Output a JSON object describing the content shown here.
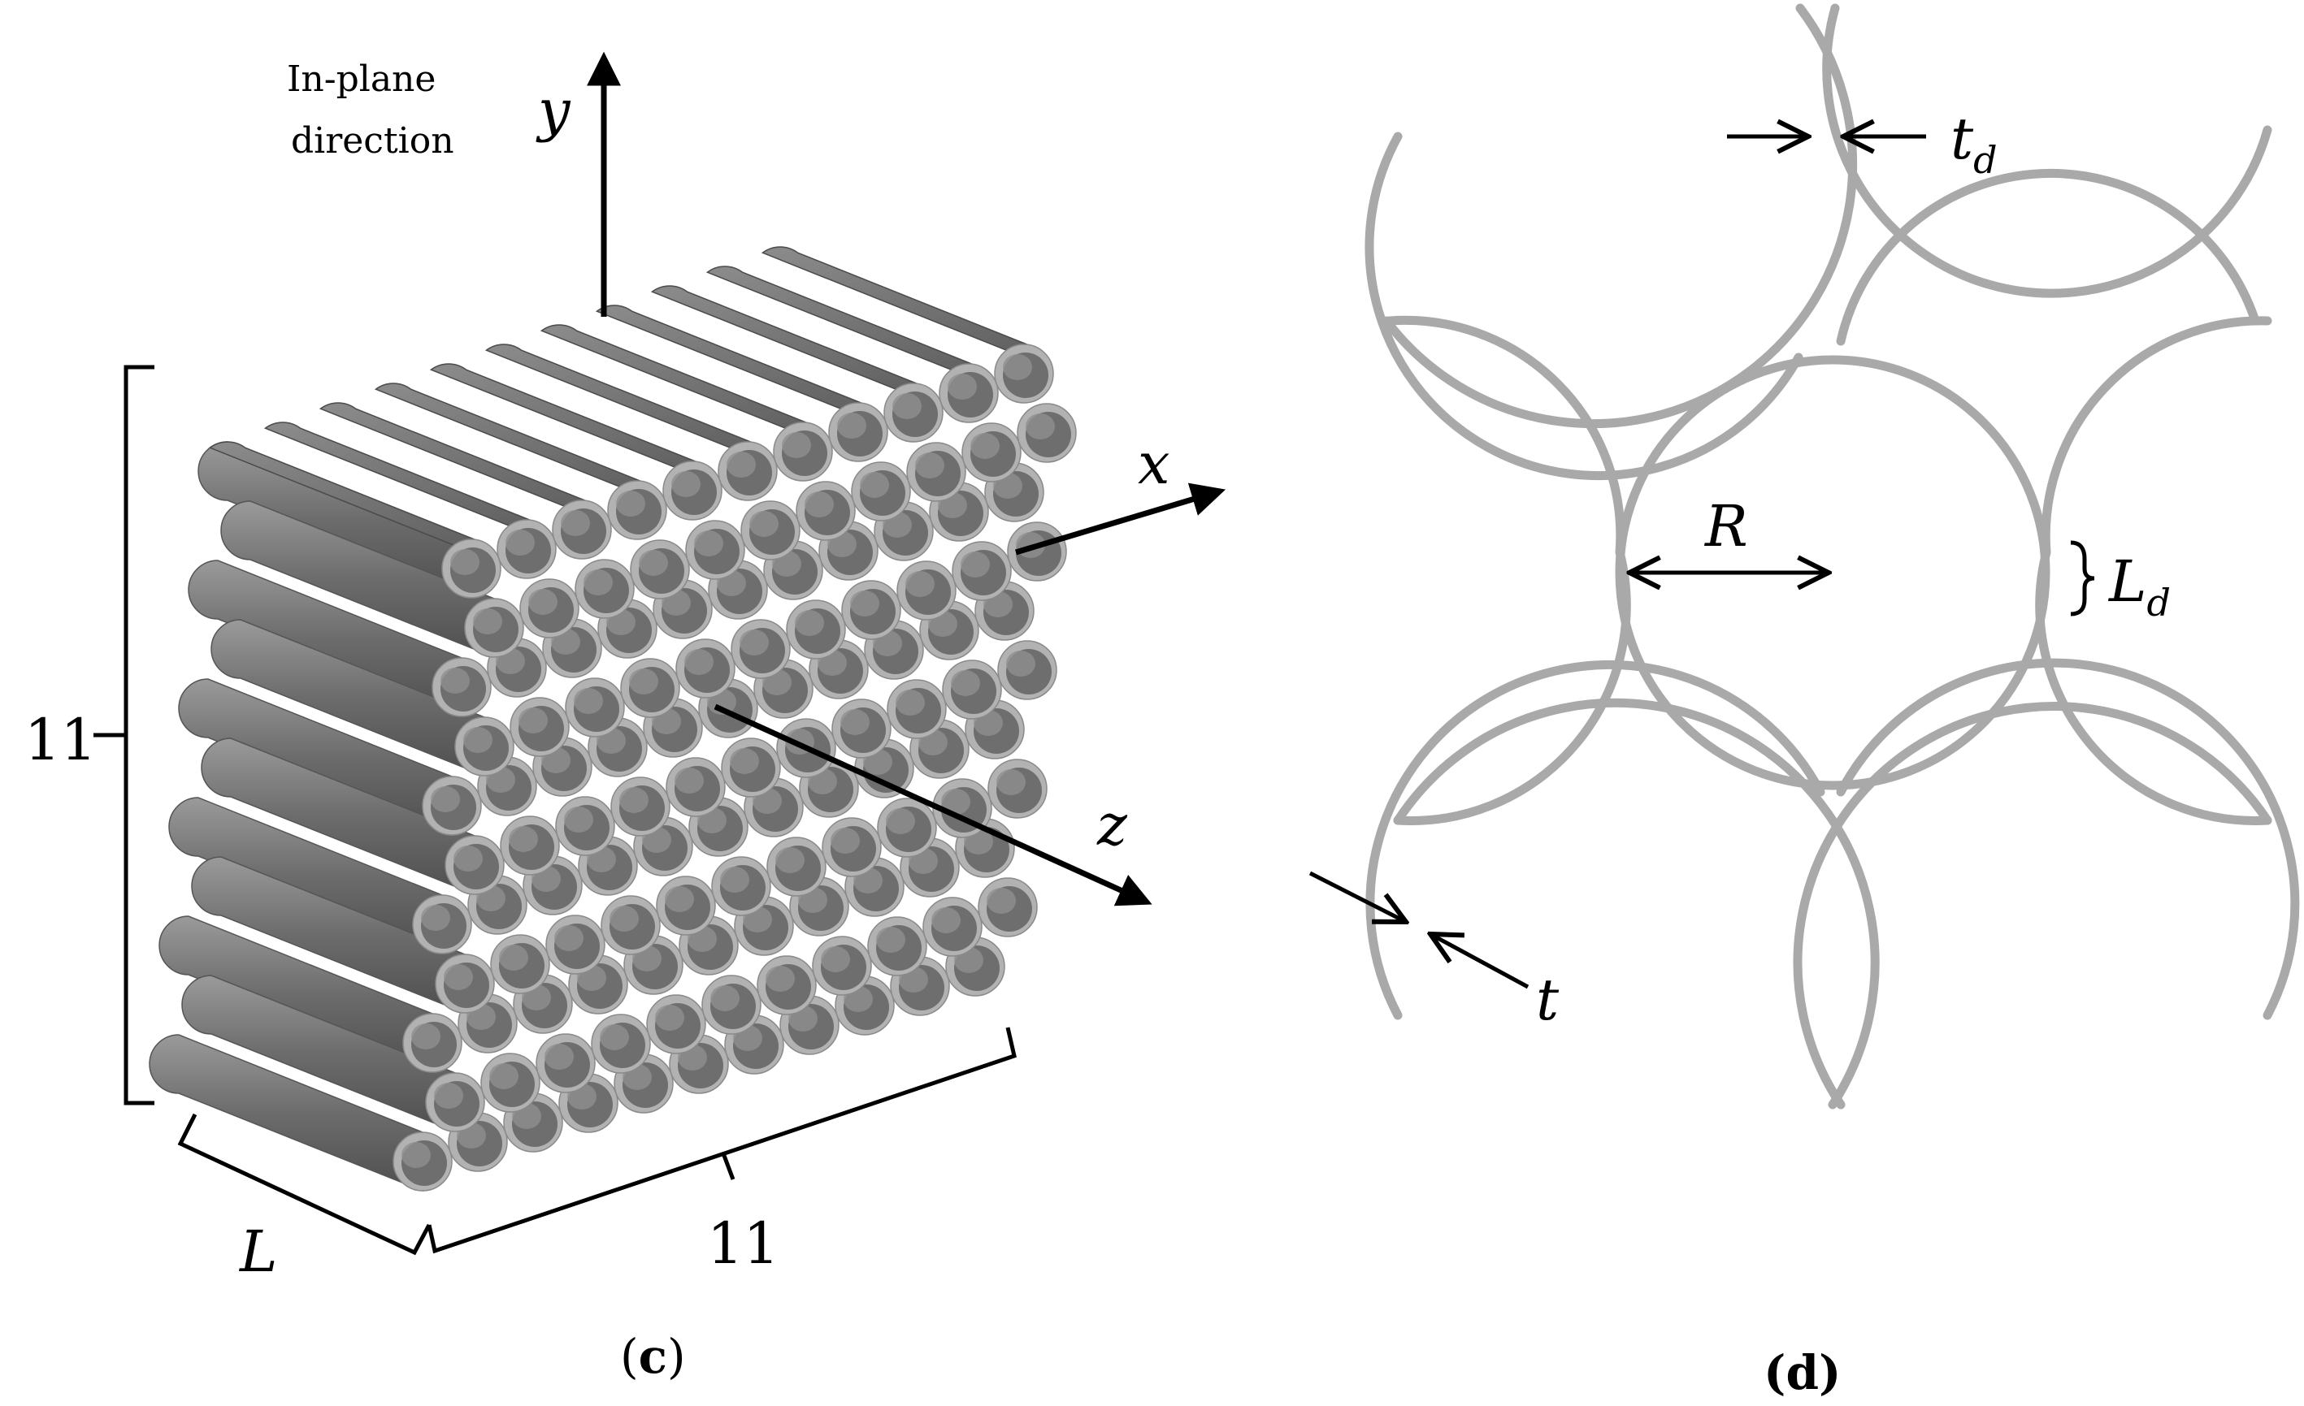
{
  "panel_c": {
    "caption_open": "(",
    "caption_letter": "c",
    "caption_close": ")",
    "in_plane_line1": "In-plane",
    "in_plane_line2": "direction",
    "axis_x": "x",
    "axis_y": "y",
    "axis_z": "z",
    "rows_label": "11",
    "cols_label": "11",
    "length_label": "L",
    "grid_rows": 11,
    "grid_cols": 11
  },
  "panel_d": {
    "caption": "(d)",
    "t_d_main": "t",
    "t_d_sub": "d",
    "L_d_main": "L",
    "L_d_sub": "d",
    "R_label": "R",
    "t_label": "t"
  },
  "colors": {
    "tube_face": "#8f8f8f",
    "tube_inner": "#6e6e6e",
    "tube_rim": "#b2b2b2",
    "tube_side": "#6a6a6a",
    "arc_gray": "#a9a9a9",
    "ink": "#000000"
  }
}
